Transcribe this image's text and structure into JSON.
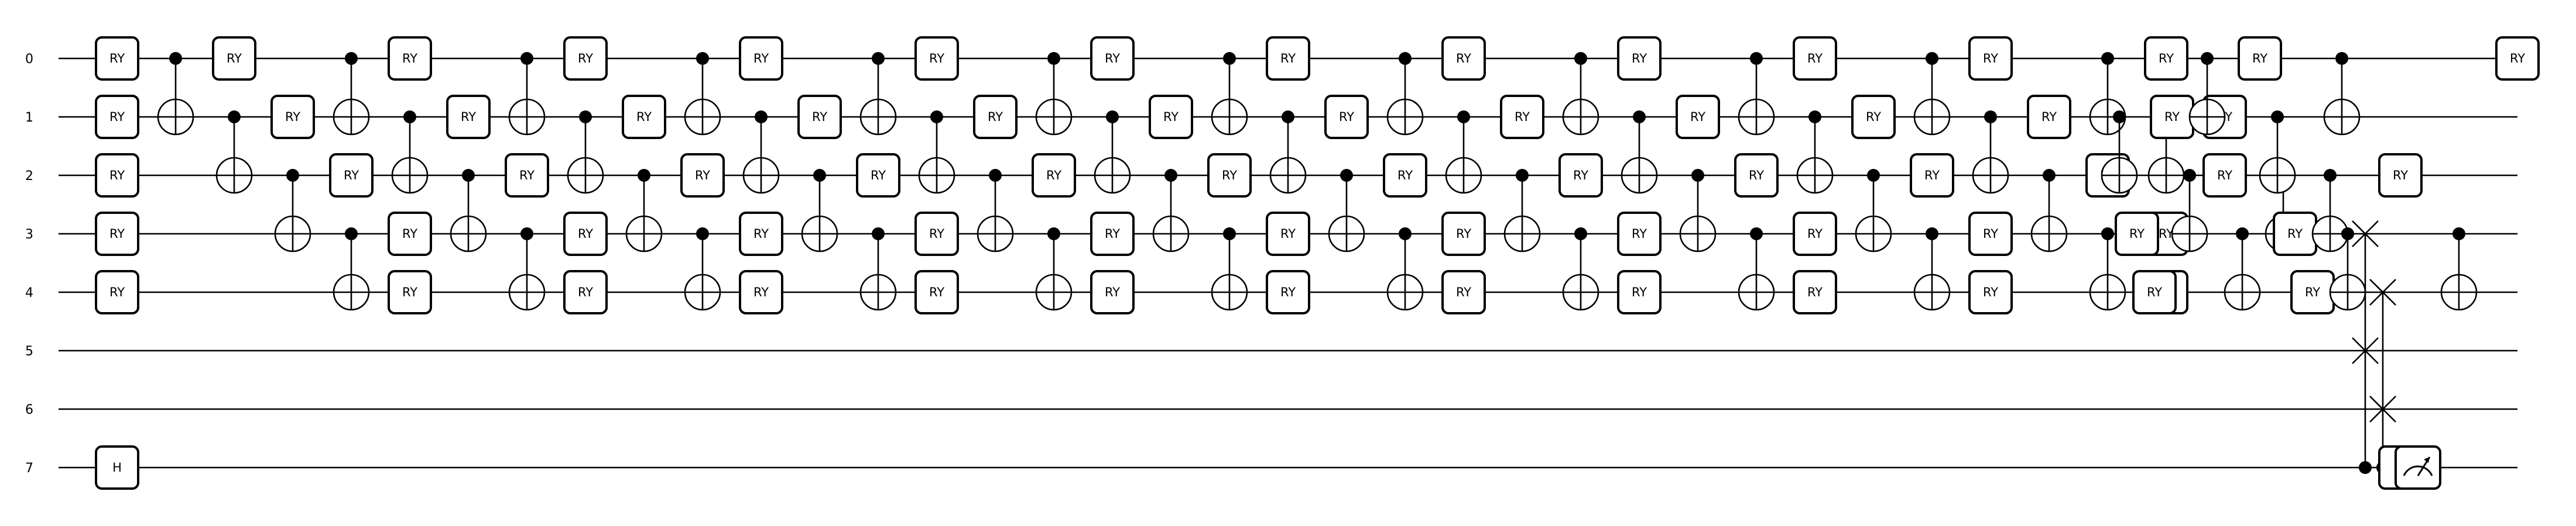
{
  "circuit": {
    "wire_labels": [
      "0",
      "1",
      "2",
      "3",
      "4",
      "5",
      "6",
      "7"
    ],
    "gates": [
      {
        "type": "box",
        "label": "RY",
        "wire": 0
      },
      {
        "type": "box",
        "label": "RY",
        "wire": 1
      },
      {
        "type": "box",
        "label": "RY",
        "wire": 2
      },
      {
        "type": "box",
        "label": "RY",
        "wire": 3
      },
      {
        "type": "box",
        "label": "RY",
        "wire": 4
      },
      {
        "type": "box",
        "label": "H",
        "wire": 7
      },
      {
        "type": "cnot",
        "control": 0,
        "target": 1
      },
      {
        "type": "box",
        "label": "RY",
        "wire": 0
      },
      {
        "type": "cnot",
        "control": 1,
        "target": 2
      },
      {
        "type": "box",
        "label": "RY",
        "wire": 1
      },
      {
        "type": "cnot",
        "control": 2,
        "target": 3
      },
      {
        "type": "cnot",
        "control": 0,
        "target": 1
      },
      {
        "type": "box",
        "label": "RY",
        "wire": 2
      },
      {
        "type": "cnot",
        "control": 3,
        "target": 4
      },
      {
        "type": "box",
        "label": "RY",
        "wire": 0
      },
      {
        "type": "cnot",
        "control": 1,
        "target": 2
      },
      {
        "type": "box",
        "label": "RY",
        "wire": 3
      },
      {
        "type": "box",
        "label": "RY",
        "wire": 4
      },
      {
        "type": "box",
        "label": "RY",
        "wire": 1
      },
      {
        "type": "cnot",
        "control": 2,
        "target": 3
      },
      {
        "type": "cnot",
        "control": 0,
        "target": 1
      },
      {
        "type": "box",
        "label": "RY",
        "wire": 2
      },
      {
        "type": "cnot",
        "control": 3,
        "target": 4
      },
      {
        "type": "box",
        "label": "RY",
        "wire": 0
      },
      {
        "type": "cnot",
        "control": 1,
        "target": 2
      },
      {
        "type": "box",
        "label": "RY",
        "wire": 3
      },
      {
        "type": "box",
        "label": "RY",
        "wire": 4
      },
      {
        "type": "box",
        "label": "RY",
        "wire": 1
      },
      {
        "type": "cnot",
        "control": 2,
        "target": 3
      },
      {
        "type": "cnot",
        "control": 0,
        "target": 1
      },
      {
        "type": "box",
        "label": "RY",
        "wire": 2
      },
      {
        "type": "cnot",
        "control": 3,
        "target": 4
      },
      {
        "type": "box",
        "label": "RY",
        "wire": 0
      },
      {
        "type": "cnot",
        "control": 1,
        "target": 2
      },
      {
        "type": "box",
        "label": "RY",
        "wire": 3
      },
      {
        "type": "box",
        "label": "RY",
        "wire": 4
      },
      {
        "type": "box",
        "label": "RY",
        "wire": 1
      },
      {
        "type": "cnot",
        "control": 2,
        "target": 3
      },
      {
        "type": "cnot",
        "control": 0,
        "target": 1
      },
      {
        "type": "box",
        "label": "RY",
        "wire": 2
      },
      {
        "type": "cnot",
        "control": 3,
        "target": 4
      },
      {
        "type": "box",
        "label": "RY",
        "wire": 0
      },
      {
        "type": "cnot",
        "control": 1,
        "target": 2
      },
      {
        "type": "box",
        "label": "RY",
        "wire": 3
      },
      {
        "type": "box",
        "label": "RY",
        "wire": 4
      },
      {
        "type": "box",
        "label": "RY",
        "wire": 1
      },
      {
        "type": "cnot",
        "control": 2,
        "target": 3
      },
      {
        "type": "cnot",
        "control": 0,
        "target": 1
      },
      {
        "type": "box",
        "label": "RY",
        "wire": 2
      },
      {
        "type": "cnot",
        "control": 3,
        "target": 4
      },
      {
        "type": "box",
        "label": "RY",
        "wire": 0
      },
      {
        "type": "cnot",
        "control": 1,
        "target": 2
      },
      {
        "type": "box",
        "label": "RY",
        "wire": 3
      },
      {
        "type": "box",
        "label": "RY",
        "wire": 4
      },
      {
        "type": "box",
        "label": "RY",
        "wire": 1
      },
      {
        "type": "cnot",
        "control": 2,
        "target": 3
      },
      {
        "type": "cnot",
        "control": 0,
        "target": 1
      },
      {
        "type": "box",
        "label": "RY",
        "wire": 2
      },
      {
        "type": "cnot",
        "control": 3,
        "target": 4
      },
      {
        "type": "box",
        "label": "RY",
        "wire": 0
      },
      {
        "type": "cnot",
        "control": 1,
        "target": 2
      },
      {
        "type": "box",
        "label": "RY",
        "wire": 3
      },
      {
        "type": "box",
        "label": "RY",
        "wire": 4
      },
      {
        "type": "box",
        "label": "RY",
        "wire": 1
      },
      {
        "type": "cnot",
        "control": 2,
        "target": 3
      },
      {
        "type": "cnot",
        "control": 0,
        "target": 1
      },
      {
        "type": "box",
        "label": "RY",
        "wire": 2
      },
      {
        "type": "cnot",
        "control": 3,
        "target": 4
      },
      {
        "type": "box",
        "label": "RY",
        "wire": 0
      },
      {
        "type": "cnot",
        "control": 1,
        "target": 2
      },
      {
        "type": "box",
        "label": "RY",
        "wire": 3
      },
      {
        "type": "box",
        "label": "RY",
        "wire": 4
      },
      {
        "type": "box",
        "label": "RY",
        "wire": 1
      },
      {
        "type": "cnot",
        "control": 2,
        "target": 3
      },
      {
        "type": "cnot",
        "control": 0,
        "target": 1
      },
      {
        "type": "box",
        "label": "RY",
        "wire": 2
      },
      {
        "type": "cnot",
        "control": 3,
        "target": 4
      },
      {
        "type": "box",
        "label": "RY",
        "wire": 0
      },
      {
        "type": "cnot",
        "control": 1,
        "target": 2
      },
      {
        "type": "box",
        "label": "RY",
        "wire": 3
      },
      {
        "type": "box",
        "label": "RY",
        "wire": 4
      },
      {
        "type": "box",
        "label": "RY",
        "wire": 1
      },
      {
        "type": "cnot",
        "control": 2,
        "target": 3
      },
      {
        "type": "cnot",
        "control": 0,
        "target": 1
      },
      {
        "type": "box",
        "label": "RY",
        "wire": 2
      },
      {
        "type": "cnot",
        "control": 3,
        "target": 4
      },
      {
        "type": "box",
        "label": "RY",
        "wire": 0
      },
      {
        "type": "cnot",
        "control": 1,
        "target": 2
      },
      {
        "type": "box",
        "label": "RY",
        "wire": 3
      },
      {
        "type": "box",
        "label": "RY",
        "wire": 4
      },
      {
        "type": "box",
        "label": "RY",
        "wire": 1
      },
      {
        "type": "cnot",
        "control": 2,
        "target": 3
      },
      {
        "type": "cnot",
        "control": 0,
        "target": 1
      },
      {
        "type": "box",
        "label": "RY",
        "wire": 2
      },
      {
        "type": "cnot",
        "control": 3,
        "target": 4
      },
      {
        "type": "box",
        "label": "RY",
        "wire": 0
      },
      {
        "type": "cnot",
        "control": 1,
        "target": 2
      },
      {
        "type": "box",
        "label": "RY",
        "wire": 3
      },
      {
        "type": "box",
        "label": "RY",
        "wire": 4
      },
      {
        "type": "box",
        "label": "RY",
        "wire": 1
      },
      {
        "type": "cnot",
        "control": 2,
        "target": 3
      },
      {
        "type": "cnot",
        "control": 0,
        "target": 1
      },
      {
        "type": "box",
        "label": "RY",
        "wire": 2
      },
      {
        "type": "cnot",
        "control": 3,
        "target": 4
      },
      {
        "type": "box",
        "label": "RY",
        "wire": 0
      },
      {
        "type": "cnot",
        "control": 1,
        "target": 2
      },
      {
        "type": "box",
        "label": "RY",
        "wire": 3
      },
      {
        "type": "box",
        "label": "RY",
        "wire": 4
      },
      {
        "type": "box",
        "label": "RY",
        "wire": 1
      },
      {
        "type": "cnot",
        "control": 2,
        "target": 3
      },
      {
        "type": "cnot",
        "control": 0,
        "target": 1
      },
      {
        "type": "box",
        "label": "RY",
        "wire": 2
      },
      {
        "type": "cnot",
        "control": 3,
        "target": 4
      },
      {
        "type": "box",
        "label": "RY",
        "wire": 0
      },
      {
        "type": "cnot",
        "control": 1,
        "target": 2
      },
      {
        "type": "box",
        "label": "RY",
        "wire": 3
      },
      {
        "type": "box",
        "label": "RY",
        "wire": 4
      },
      {
        "type": "box",
        "label": "RY",
        "wire": 1
      },
      {
        "type": "cnot",
        "control": 2,
        "target": 3
      },
      {
        "type": "cnot",
        "control": 0,
        "target": 1
      },
      {
        "type": "box",
        "label": "RY",
        "wire": 2
      },
      {
        "type": "cnot",
        "control": 3,
        "target": 4
      },
      {
        "type": "box",
        "label": "RY",
        "wire": 0
      },
      {
        "type": "cnot",
        "control": 1,
        "target": 2
      },
      {
        "type": "box",
        "label": "RY",
        "wire": 3
      },
      {
        "type": "box",
        "label": "RY",
        "wire": 4
      },
      {
        "type": "cnot",
        "control": 2,
        "target": 3
      },
      {
        "type": "cnot",
        "control": 3,
        "target": 4
      },
      {
        "type": "cswap",
        "control": 7,
        "targets": [
          3,
          5
        ]
      },
      {
        "type": "cswap",
        "control": 7,
        "targets": [
          4,
          6
        ]
      },
      {
        "type": "box",
        "label": "H",
        "wire": 7
      },
      {
        "type": "measure",
        "wire": 7
      }
    ]
  }
}
